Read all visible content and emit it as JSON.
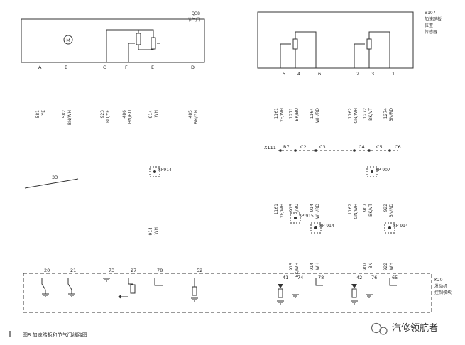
{
  "components": {
    "throttle": {
      "code": "Q38",
      "name": "节气门"
    },
    "pedal": {
      "code": "B107",
      "name_line1": "加速踏板",
      "name_line2": "位置",
      "name_line3": "传感器"
    },
    "ecm": {
      "code": "K20",
      "name_line1": "发动机",
      "name_line2": "控制模块"
    },
    "connector": "X111",
    "motor_symbol": "M"
  },
  "throttle_pins": [
    "A",
    "B",
    "C",
    "F",
    "E",
    "D"
  ],
  "throttle_wires": [
    {
      "circuit": "581",
      "color": "YE"
    },
    {
      "circuit": "582",
      "color": "BN/WH"
    },
    {
      "circuit": "923",
      "color": "BU/YE"
    },
    {
      "circuit": "486",
      "color": "BN/BU"
    },
    {
      "circuit": "914",
      "color": "WH"
    },
    {
      "circuit": "485",
      "color": "BN/GN"
    }
  ],
  "throttle_lower_wire": {
    "circuit": "914",
    "color": "WH"
  },
  "bus_label": "33",
  "pedal_pins": [
    "5",
    "4",
    "6",
    "2",
    "3",
    "1"
  ],
  "pedal_wires_upper": [
    {
      "circuit": "1161",
      "color": "YE/WH"
    },
    {
      "circuit": "1271",
      "color": "BK/BU"
    },
    {
      "circuit": "1164",
      "color": "WH/RD"
    },
    {
      "circuit": "1162",
      "color": "GN/WH"
    },
    {
      "circuit": "1272",
      "color": "BK/VT"
    },
    {
      "circuit": "1274",
      "color": "BN/RD"
    }
  ],
  "x111_pins": [
    "B7",
    "C2",
    "C3",
    "C4",
    "C5",
    "C6"
  ],
  "pedal_wires_mid": [
    {
      "circuit": "1161",
      "color": "YE/WH"
    },
    {
      "circuit": "915",
      "color": "BK/BU"
    },
    {
      "circuit": "914",
      "color": "WH/RD"
    },
    {
      "circuit": "1162",
      "color": "GN/WH"
    },
    {
      "circuit": "907",
      "color": "BK/VT"
    },
    {
      "circuit": "922",
      "color": "BN/RD"
    }
  ],
  "pedal_wires_low": [
    {
      "circuit": "915",
      "color": "BK/WH"
    },
    {
      "circuit": "914",
      "color": "WH"
    },
    {
      "circuit": "907",
      "color": "BN"
    },
    {
      "circuit": "922",
      "color": "WH"
    }
  ],
  "splices": [
    "SP914",
    "SP 915",
    "SP 914",
    "SP 907",
    "SP 914"
  ],
  "ecm_pins": [
    "20",
    "21",
    "73",
    "27",
    "78",
    "52",
    "41",
    "74",
    "78",
    "42",
    "76",
    "65"
  ],
  "caption": "图8  加速踏板和节气门线路图",
  "brand": "汽修领航者"
}
